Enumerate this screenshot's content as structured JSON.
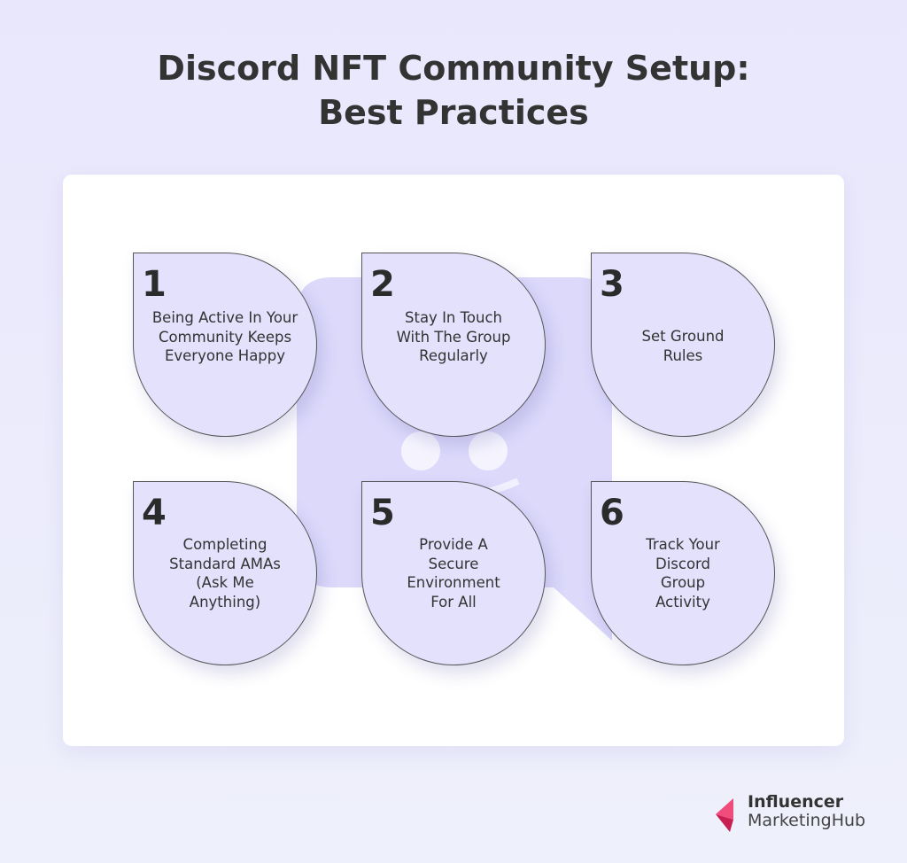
{
  "title_line1": "Discord NFT Community Setup:",
  "title_line2": "Best Practices",
  "steps": [
    {
      "num": "1",
      "text": "Being Active In Your Community Keeps Everyone Happy"
    },
    {
      "num": "2",
      "text": "Stay In Touch With The Group Regularly"
    },
    {
      "num": "3",
      "text": "Set Ground Rules"
    },
    {
      "num": "4",
      "text": "Completing Standard AMAs (Ask Me Anything)"
    },
    {
      "num": "5",
      "text": "Provide A Secure Environment For All"
    },
    {
      "num": "6",
      "text": "Track Your Discord Group Activity"
    }
  ],
  "brand": {
    "line1": "Influencer",
    "line2": "MarketingHub"
  },
  "colors": {
    "circle": "#e3e1fc",
    "logo": "#dcd9fb",
    "brand": "#e8306a"
  }
}
